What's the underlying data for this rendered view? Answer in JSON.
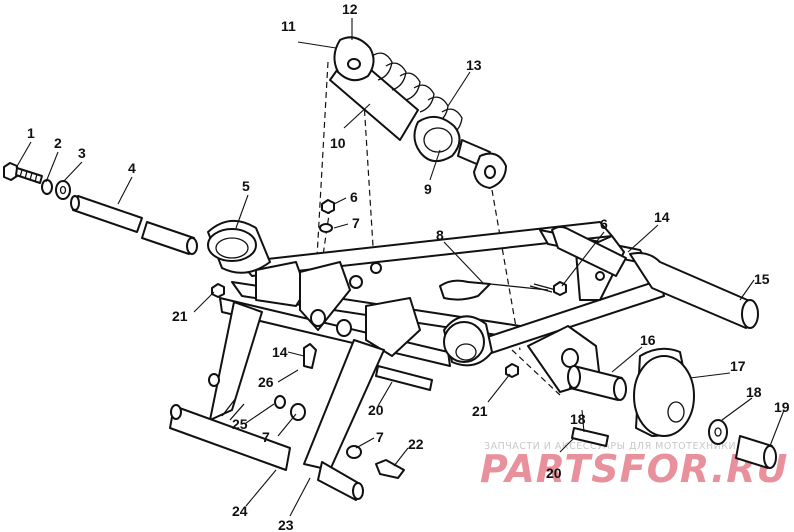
{
  "callouts": [
    {
      "id": "c1",
      "label": "1"
    },
    {
      "id": "c2",
      "label": "2"
    },
    {
      "id": "c3",
      "label": "3"
    },
    {
      "id": "c4",
      "label": "4"
    },
    {
      "id": "c5",
      "label": "5"
    },
    {
      "id": "c6a",
      "label": "6"
    },
    {
      "id": "c6b",
      "label": "6"
    },
    {
      "id": "c7a",
      "label": "7"
    },
    {
      "id": "c7b",
      "label": "7"
    },
    {
      "id": "c7c",
      "label": "7"
    },
    {
      "id": "c8",
      "label": "8"
    },
    {
      "id": "c9",
      "label": "9"
    },
    {
      "id": "c10",
      "label": "10"
    },
    {
      "id": "c11",
      "label": "11"
    },
    {
      "id": "c12",
      "label": "12"
    },
    {
      "id": "c13",
      "label": "13"
    },
    {
      "id": "c14a",
      "label": "14"
    },
    {
      "id": "c14b",
      "label": "14"
    },
    {
      "id": "c15",
      "label": "15"
    },
    {
      "id": "c16",
      "label": "16"
    },
    {
      "id": "c17",
      "label": "17"
    },
    {
      "id": "c18a",
      "label": "18"
    },
    {
      "id": "c18b",
      "label": "18"
    },
    {
      "id": "c19",
      "label": "19"
    },
    {
      "id": "c20a",
      "label": "20"
    },
    {
      "id": "c20b",
      "label": "20"
    },
    {
      "id": "c21a",
      "label": "21"
    },
    {
      "id": "c21b",
      "label": "21"
    },
    {
      "id": "c22",
      "label": "22"
    },
    {
      "id": "c23",
      "label": "23"
    },
    {
      "id": "c24",
      "label": "24"
    },
    {
      "id": "c25",
      "label": "25"
    },
    {
      "id": "c26",
      "label": "26"
    }
  ],
  "watermark": {
    "tagline": "ЗАПЧАСТИ И АКСЕССУАРЫ ДЛЯ МОТОТЕХНИКИ",
    "brand": "PARTSFOR.RU",
    "color": "#d7364a"
  }
}
